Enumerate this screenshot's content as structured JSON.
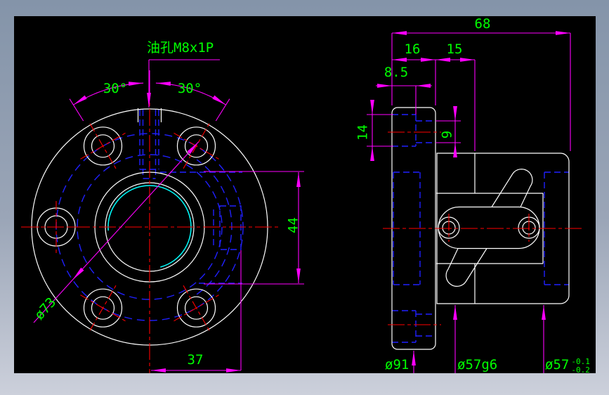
{
  "app": {
    "description": "CAD drawing viewer canvas"
  },
  "colors": {
    "background": "#000000",
    "frame_top": "#8494a9",
    "frame_mid": "#9aa5b7",
    "frame_bottom": "#ccd0db",
    "outline": "#ffffff",
    "hidden": "#2020ff",
    "centerline": "#ff0000",
    "dimension": "#ff00ff",
    "dim_text": "#00ff00",
    "highlight": "#00ffff"
  },
  "front_view": {
    "oil_hole_label": "油孔M8x1P",
    "angle_left": "30°",
    "angle_right": "30°",
    "bolt_circle_diameter": "ø73",
    "bore_width": "44",
    "slot_offset": "37"
  },
  "side_view": {
    "overall_length": "68",
    "flange_thickness": "16",
    "neck_length": "15",
    "hole_offset": "8.5",
    "counterbore_diameter": "14",
    "bolt_hole_diameter": "9",
    "flange_diameter": "ø91",
    "pilot_diameter_fit": "ø57g6",
    "body_diameter": "ø57",
    "body_tolerance_upper": "-0.1",
    "body_tolerance_lower": "-0.2"
  }
}
